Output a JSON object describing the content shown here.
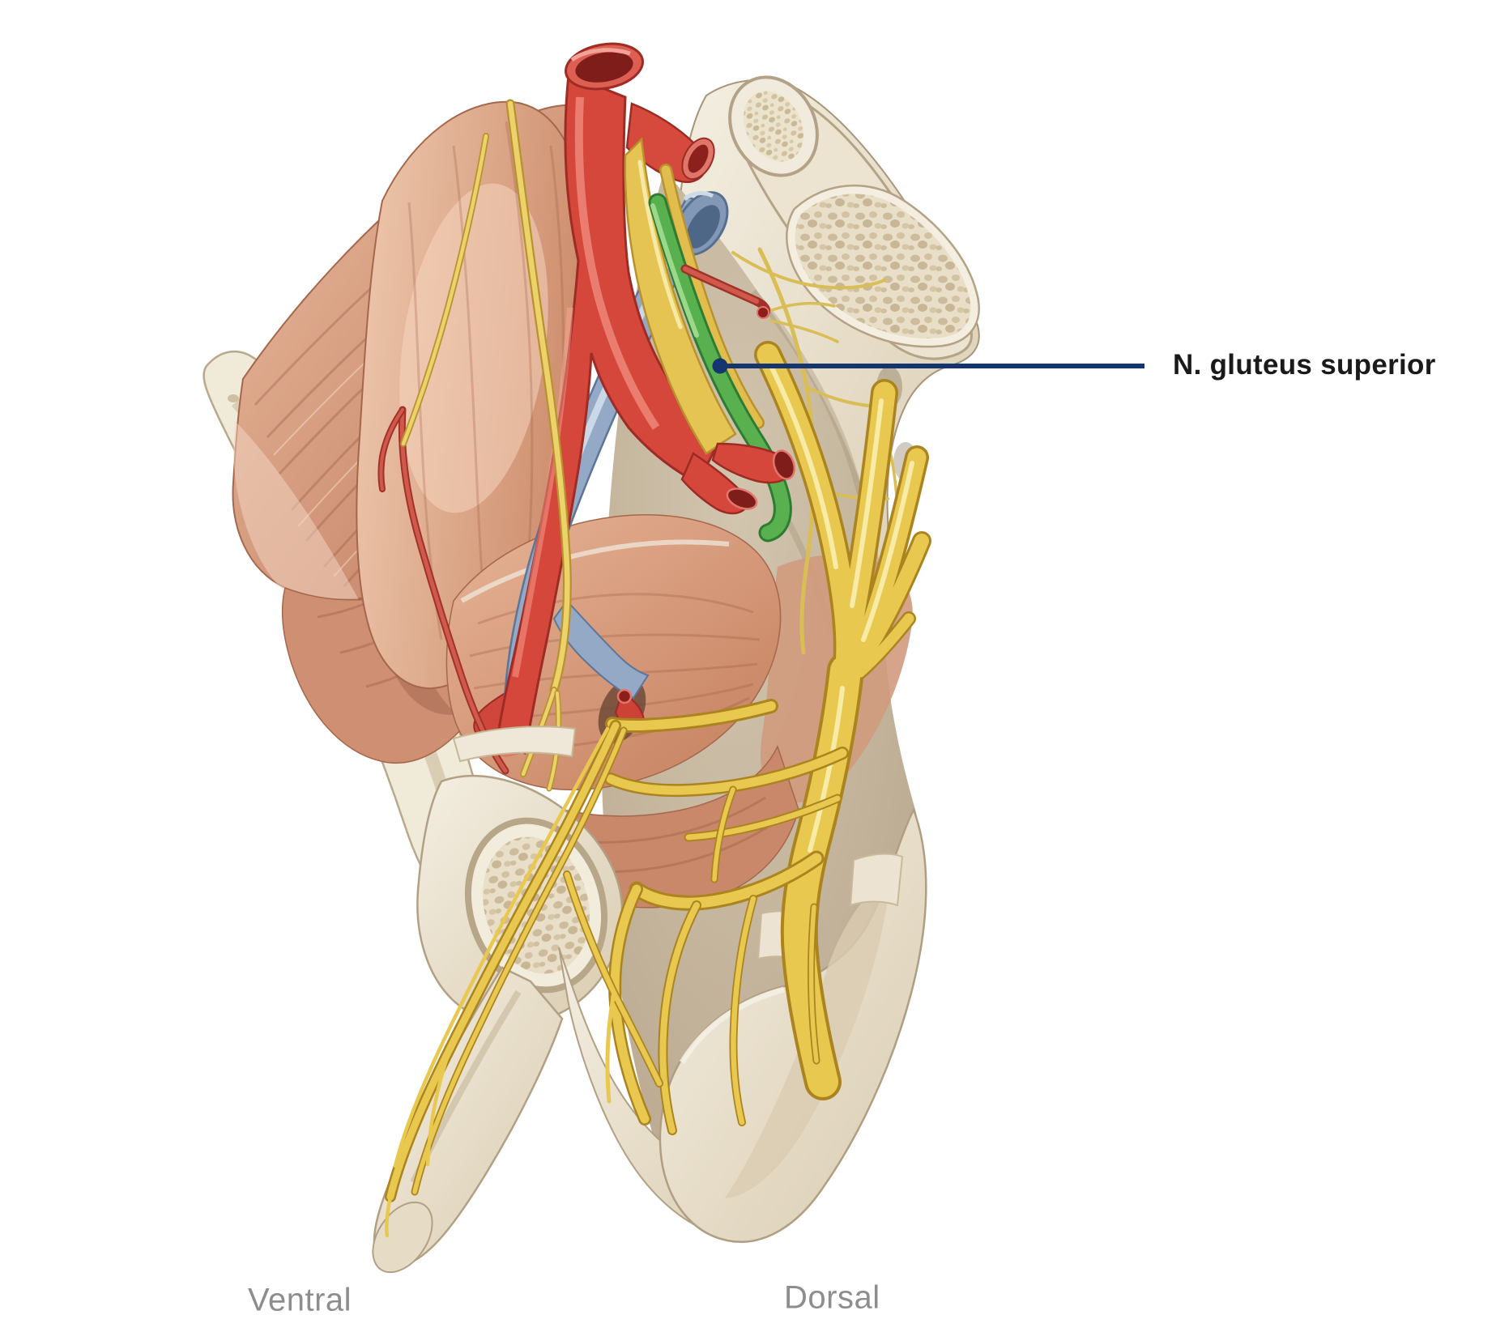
{
  "figure": {
    "annotation": {
      "label": "N. gluteus superior"
    },
    "orientation": {
      "left": "Ventral",
      "right": "Dorsal"
    }
  },
  "colors": {
    "background": "#ffffff",
    "leader": "#14356f",
    "label-text": "#1a1a1a",
    "orientation-text": "#8d8d8d",
    "highlight-green": "#58b04e",
    "artery-red": "#d6473b",
    "vein-blue": "#93a9c6",
    "nerve-yellow": "#e7c64f",
    "muscle-salmon": "#d89b7e",
    "bone-beige": "#ece3d0"
  }
}
